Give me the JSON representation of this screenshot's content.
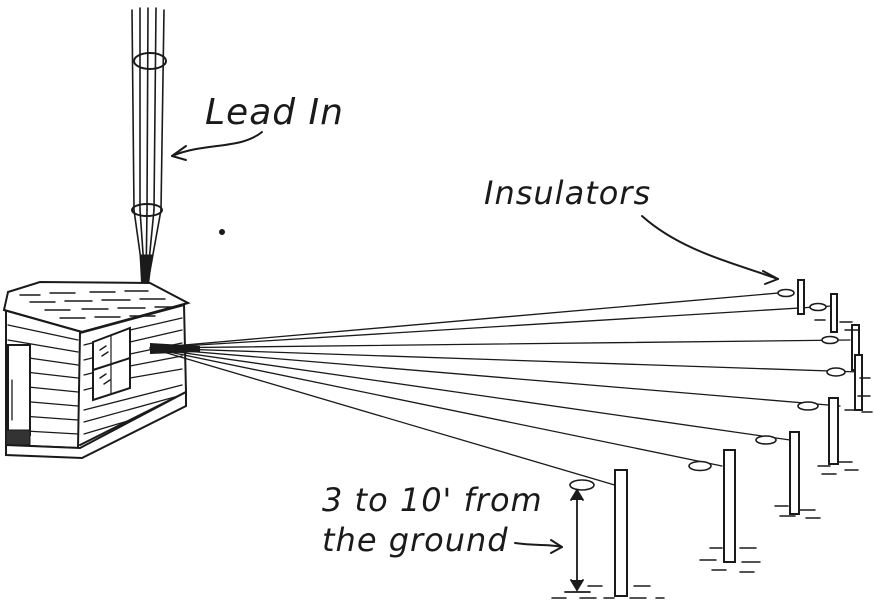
{
  "labels": {
    "lead_in": "Lead In",
    "insulators": "Insulators",
    "ground_line1": "3 to 10' from",
    "ground_line2": "the ground"
  },
  "colors": {
    "ink": "#1a1a1a",
    "paper": "#ffffff"
  }
}
